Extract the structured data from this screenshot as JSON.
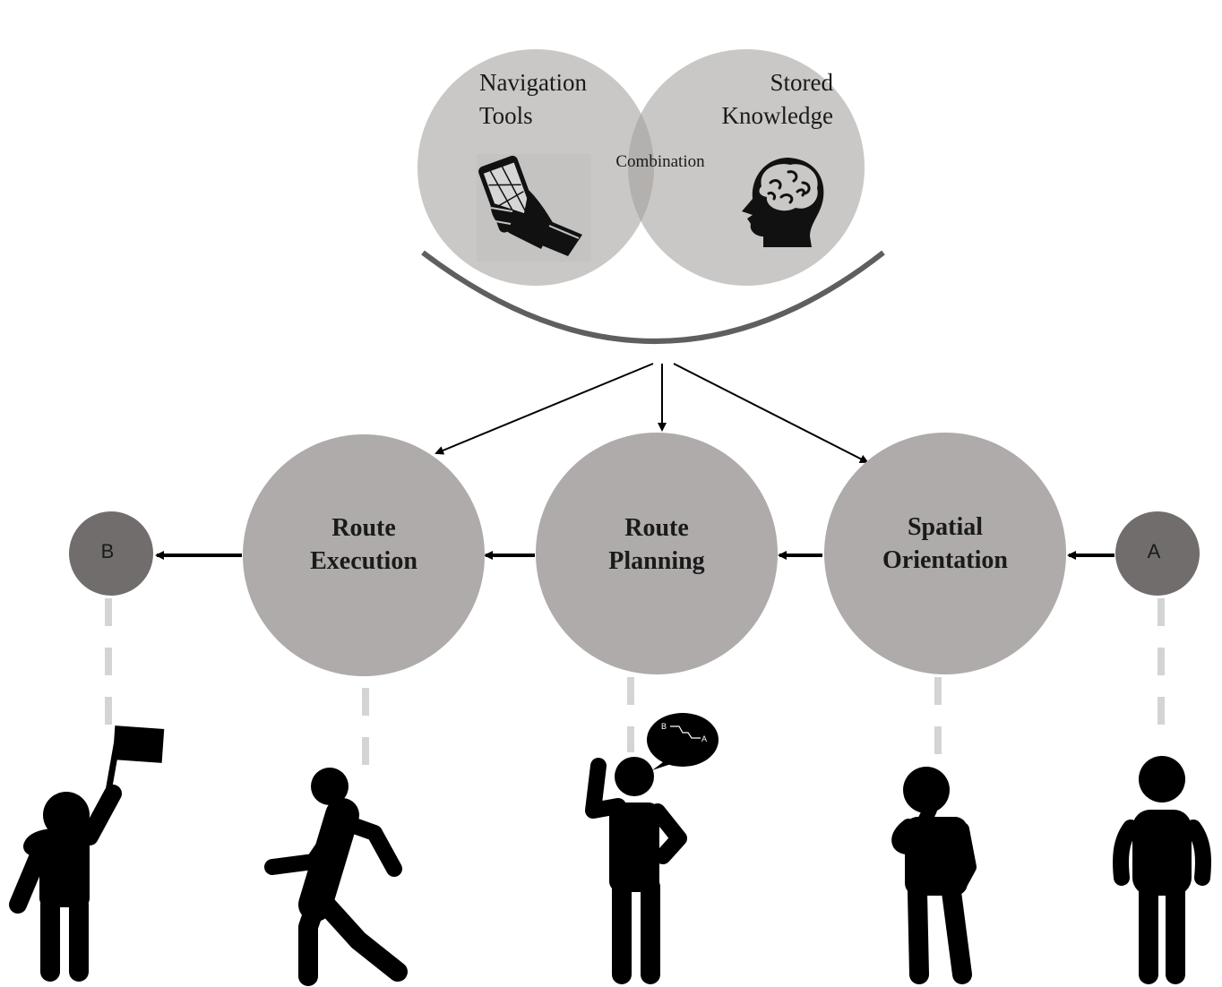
{
  "venn": {
    "left_label_line1": "Navigation",
    "left_label_line2": "Tools",
    "right_label_line1": "Stored",
    "right_label_line2": "Knowledge",
    "overlap_label": "Combination",
    "left_icon": "hand-holding-phone-map-icon",
    "right_icon": "head-with-brain-icon"
  },
  "stages": [
    {
      "id": "route-execution",
      "line1": "Route",
      "line2": "Execution",
      "figure_icon": "walking-person-icon"
    },
    {
      "id": "route-planning",
      "line1": "Route",
      "line2": "Planning",
      "figure_icon": "thinking-person-speech-bubble-icon"
    },
    {
      "id": "spatial-orientation",
      "line1": "Spatial",
      "line2": "Orientation",
      "figure_icon": "pondering-person-icon"
    }
  ],
  "endpoints": {
    "start": {
      "label": "A",
      "figure_icon": "standing-person-icon"
    },
    "end": {
      "label": "B",
      "figure_icon": "person-with-flag-icon"
    }
  },
  "speech_bubble": {
    "from_label": "B",
    "to_label": "A"
  },
  "colors": {
    "venn_circle": "#c9c8c7",
    "venn_overlap": "#b3b0ae",
    "stage_circle": "#aeabaa",
    "endpoint_circle": "#716d6c",
    "connector_dash": "#d4d4d4",
    "arc": "#5f5f5f",
    "arrow": "#000000",
    "figure": "#000000"
  }
}
